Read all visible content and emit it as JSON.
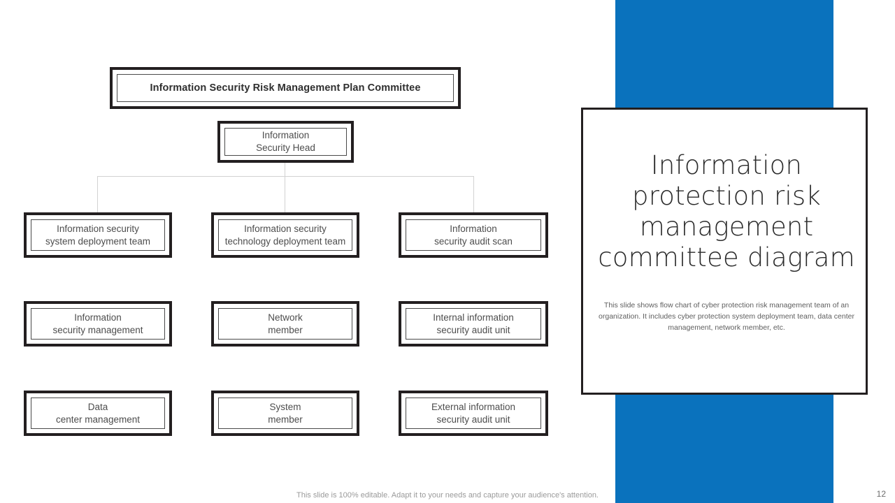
{
  "theme": {
    "accent_blue": "#0a72bd",
    "border_dark": "#231f20",
    "node_text": "#4d4d4d",
    "connector_gray": "#d2d2d2"
  },
  "chart_data": {
    "type": "diagram",
    "title": "Information Security Risk Management Plan Committee",
    "root": {
      "label": "Information Security Risk Management Plan Committee"
    },
    "head": {
      "label": "Information\nSecurity Head"
    },
    "columns": [
      {
        "nodes": [
          "Information security\nsystem deployment team",
          "Information\nsecurity management",
          "Data\ncenter management"
        ]
      },
      {
        "nodes": [
          "Information security\ntechnology deployment team",
          "Network\nmember",
          "System\nmember"
        ]
      },
      {
        "nodes": [
          "Information\nsecurity audit scan",
          "Internal information\nsecurity audit unit",
          "External information\nsecurity audit unit"
        ]
      }
    ]
  },
  "org_chart": {
    "committee": "Information Security Risk Management Plan Committee",
    "head": "Information\nSecurity Head",
    "row1": [
      "Information security\nsystem deployment team",
      "Information security\ntechnology deployment team",
      "Information\nsecurity audit scan"
    ],
    "row2": [
      "Information\nsecurity management",
      "Network\nmember",
      "Internal information\nsecurity audit unit"
    ],
    "row3": [
      "Data\ncenter management",
      "System\nmember",
      "External information\nsecurity audit unit"
    ]
  },
  "info_card": {
    "title": "Information protection risk management committee diagram",
    "description": "This slide shows flow chart of cyber protection risk management team of an organization. It includes cyber protection system deployment team, data center management, network member, etc."
  },
  "footer": {
    "note": "This slide is 100% editable. Adapt it to your needs and capture your audience's attention.",
    "page_number": "12"
  }
}
